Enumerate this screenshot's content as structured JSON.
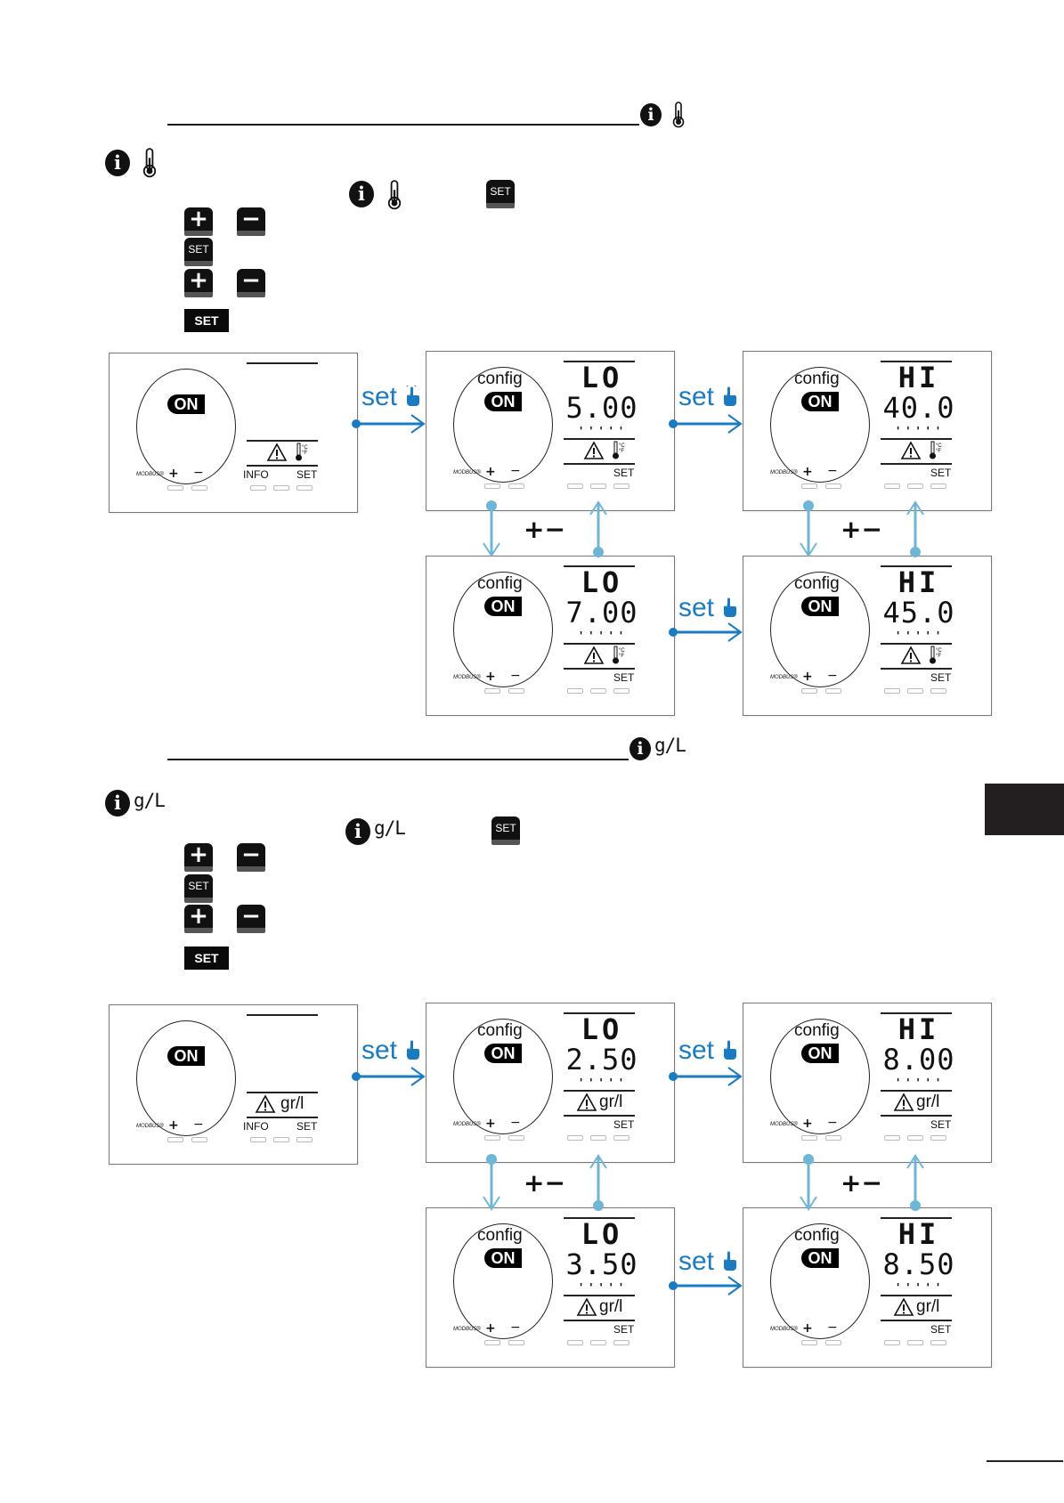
{
  "sections": [
    {
      "id": "temperature",
      "heading_icons": [
        "info-icon",
        "thermometer-icon"
      ],
      "steps_icons": {
        "intro": [
          "info-icon",
          "thermometer-icon"
        ],
        "step1": [
          "info-icon",
          "thermometer-icon",
          "set-key-icon"
        ],
        "step2": [
          "plus-key-icon",
          "minus-key-icon"
        ],
        "step3": [
          "set-key-icon"
        ],
        "step4": [
          "plus-key-icon",
          "minus-key-icon"
        ],
        "step5_label": "SET"
      },
      "panels": [
        {
          "role": "initial",
          "on_label": "ON",
          "unit": "thermometer",
          "info_label": "INFO",
          "set_label": "SET",
          "modbus": "MODBUS®",
          "plus": "+",
          "minus": "−"
        },
        {
          "role": "low-limit",
          "config_label": "config",
          "on_label": "ON",
          "code": "LO",
          "value": "5.00",
          "unit": "thermometer",
          "set_label": "SET",
          "modbus": "MODBUS®",
          "plus": "+",
          "minus": "−"
        },
        {
          "role": "high-limit",
          "config_label": "config",
          "on_label": "ON",
          "code": "HI",
          "value": "40.0",
          "unit": "thermometer",
          "set_label": "SET",
          "modbus": "MODBUS®",
          "plus": "+",
          "minus": "−"
        },
        {
          "role": "low-limit-adjusted",
          "config_label": "config",
          "on_label": "ON",
          "code": "LO",
          "value": "7.00",
          "unit": "thermometer",
          "set_label": "SET",
          "modbus": "MODBUS®",
          "plus": "+",
          "minus": "−"
        },
        {
          "role": "high-limit-adjusted",
          "config_label": "config",
          "on_label": "ON",
          "code": "HI",
          "value": "45.0",
          "unit": "thermometer",
          "set_label": "SET",
          "modbus": "MODBUS®",
          "plus": "+",
          "minus": "−"
        }
      ]
    },
    {
      "id": "salinity",
      "heading_icons": [
        "info-icon"
      ],
      "heading_unit": "g/L",
      "intro_unit": "g/L",
      "step1_unit": "g/L",
      "steps_icons": {
        "step5_label": "SET"
      },
      "panels": [
        {
          "role": "initial",
          "on_label": "ON",
          "unit_label": "gr/l",
          "info_label": "INFO",
          "set_label": "SET",
          "modbus": "MODBUS®",
          "plus": "+",
          "minus": "−"
        },
        {
          "role": "low-limit",
          "config_label": "config",
          "on_label": "ON",
          "code": "LO",
          "value": "2.50",
          "unit_label": "gr/l",
          "set_label": "SET",
          "modbus": "MODBUS®",
          "plus": "+",
          "minus": "−"
        },
        {
          "role": "high-limit",
          "config_label": "config",
          "on_label": "ON",
          "code": "HI",
          "value": "8.00",
          "unit_label": "gr/l",
          "set_label": "SET",
          "modbus": "MODBUS®",
          "plus": "+",
          "minus": "−"
        },
        {
          "role": "low-limit-adjusted",
          "config_label": "config",
          "on_label": "ON",
          "code": "LO",
          "value": "3.50",
          "unit_label": "gr/l",
          "set_label": "SET",
          "modbus": "MODBUS®",
          "plus": "+",
          "minus": "−"
        },
        {
          "role": "high-limit-adjusted",
          "config_label": "config",
          "on_label": "ON",
          "code": "HI",
          "value": "8.50",
          "unit_label": "gr/l",
          "set_label": "SET",
          "modbus": "MODBUS®",
          "plus": "+",
          "minus": "−"
        }
      ]
    }
  ],
  "flow": {
    "set_label": "set",
    "plus_minus_label": "+−",
    "arrow_color": "#1a7bc0",
    "adjust_arrow_color": "#6fb6d6"
  },
  "keys": {
    "plus": "+",
    "minus": "−",
    "set": "SET"
  },
  "lcd_dots": "'''''"
}
